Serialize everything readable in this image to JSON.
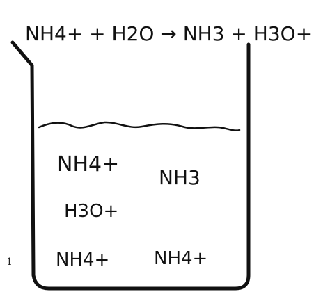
{
  "equation": "NH4+ + H2O → NH3 + H3O+",
  "beaker_labels": {
    "top_left": "NH4+",
    "top_right": "NH3",
    "middle_left": "H3O+",
    "bottom_left": "NH4+",
    "bottom_right": "NH4+"
  },
  "margin_mark": "1",
  "colors": {
    "ink": "#111111",
    "paper": "#ffffff"
  }
}
